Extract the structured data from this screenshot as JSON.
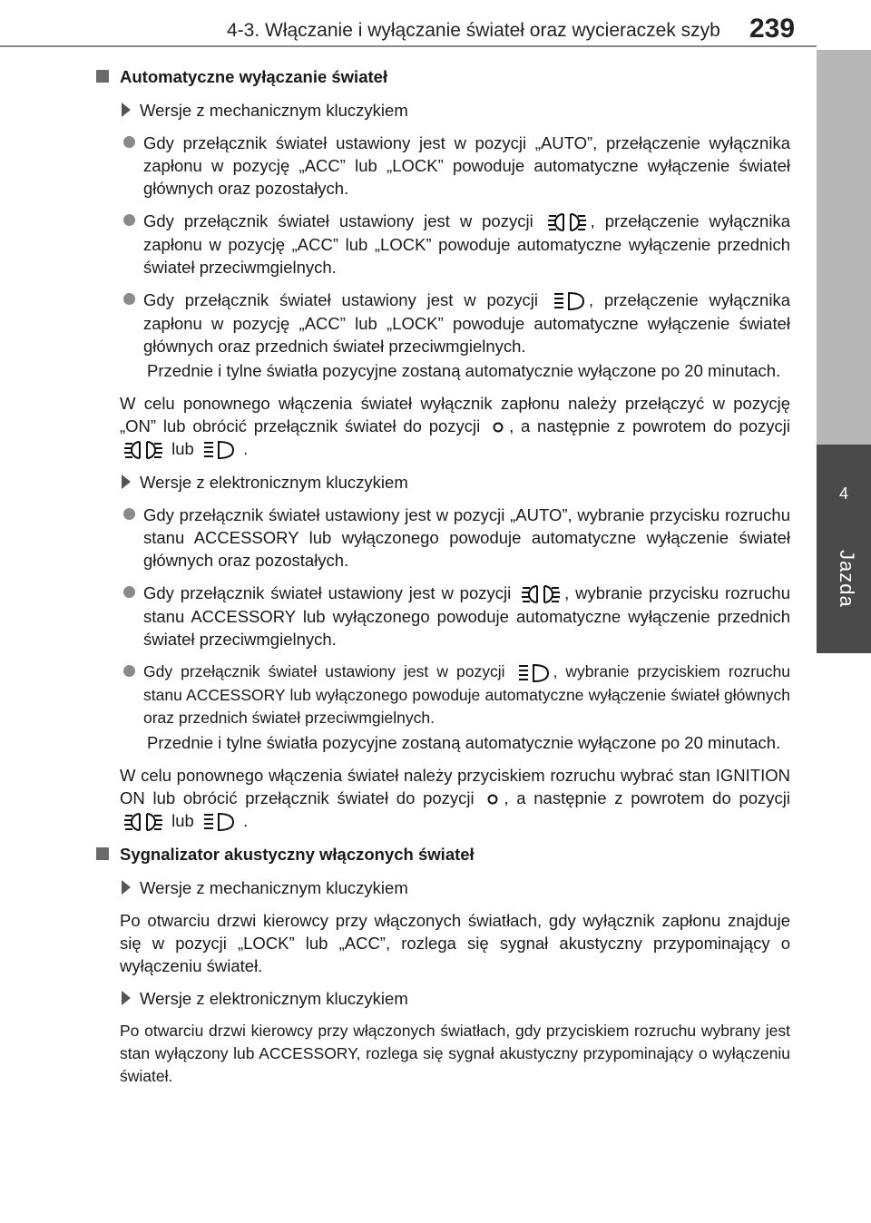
{
  "header": {
    "title": "4-3. Włączanie i wyłączanie świateł oraz wycieraczek szyb",
    "page": "239"
  },
  "side_tab": {
    "number": "4",
    "label": "Jazda"
  },
  "sections": {
    "s1_title": "Automatyczne wyłączanie świateł",
    "s1_sub1": "Wersje z mechanicznym kluczykiem",
    "s1_b1": "Gdy przełącznik świateł ustawiony jest w pozycji „AUTO”, przełączenie wyłącznika zapłonu w pozycję „ACC” lub „LOCK” powoduje automatyczne wyłączenie świateł głównych oraz pozostałych.",
    "s1_b2_a": "Gdy przełącznik świateł ustawiony jest w pozycji",
    "s1_b2_b": ", przełączenie wyłącznika zapłonu w pozycję „ACC” lub „LOCK” powoduje automatyczne wyłączenie przednich świateł przeciwmgielnych.",
    "s1_b3_a": "Gdy przełącznik świateł ustawiony jest w pozycji",
    "s1_b3_b": ", przełączenie wyłącznika zapłonu w pozycję „ACC” lub „LOCK” powoduje automatyczne wyłączenie świateł głównych oraz przednich świateł przeciwmgielnych.",
    "s1_note": "Przednie i tylne światła pozycyjne zostaną automatycznie wyłączone po 20 minutach.",
    "s1_p1_a": "W celu ponownego włączenia świateł wyłącznik zapłonu należy przełączyć w pozycję „ON” lub obrócić przełącznik świateł do pozycji",
    "s1_p1_b": ", a następnie z powrotem do pozycji",
    "s1_p1_c": "lub",
    "s1_p1_d": ".",
    "s1_sub2": "Wersje z elektronicznym kluczykiem",
    "s1_b4": "Gdy przełącznik świateł ustawiony jest w pozycji „AUTO”, wybranie przycisku rozruchu stanu ACCESSORY lub wyłączonego powoduje automatyczne wyłączenie świateł głównych oraz pozostałych.",
    "s1_b5_a": "Gdy przełącznik świateł ustawiony jest w pozycji",
    "s1_b5_b": ", wybranie przycisku rozruchu stanu ACCESSORY lub wyłączonego powoduje automatyczne wyłączenie przednich świateł przeciwmgielnych.",
    "s1_b6_a": "Gdy przełącznik świateł ustawiony jest w pozycji",
    "s1_b6_b": ", wybranie przyciskiem rozruchu stanu ACCESSORY lub wyłączonego powoduje automatyczne wyłączenie świateł głównych oraz przednich świateł przeciwmgielnych.",
    "s1_note2": "Przednie i tylne światła pozycyjne zostaną automatycznie wyłączone po 20 minutach.",
    "s1_p2_a": "W celu ponownego włączenia świateł należy przyciskiem rozruchu wybrać stan IGNITION ON lub obrócić przełącznik świateł do pozycji",
    "s1_p2_b": ", a następnie z powrotem do pozycji",
    "s1_p2_c": "lub",
    "s1_p2_d": ".",
    "s2_title": "Sygnalizator akustyczny włączonych świateł",
    "s2_sub1": "Wersje z mechanicznym kluczykiem",
    "s2_p1": "Po otwarciu drzwi kierowcy przy włączonych światłach, gdy wyłącznik zapłonu znajduje się w pozycji „LOCK” lub „ACC”, rozlega się sygnał akustyczny przypominający o wyłączeniu świateł.",
    "s2_sub2": "Wersje z elektronicznym kluczykiem",
    "s2_p2": "Po otwarciu drzwi kierowcy przy włączonych światłach, gdy przyciskiem rozruchu wybrany jest stan wyłączony lub ACCESSORY, rozlega się sygnał akustyczny przypominający o wyłączeniu świateł."
  }
}
